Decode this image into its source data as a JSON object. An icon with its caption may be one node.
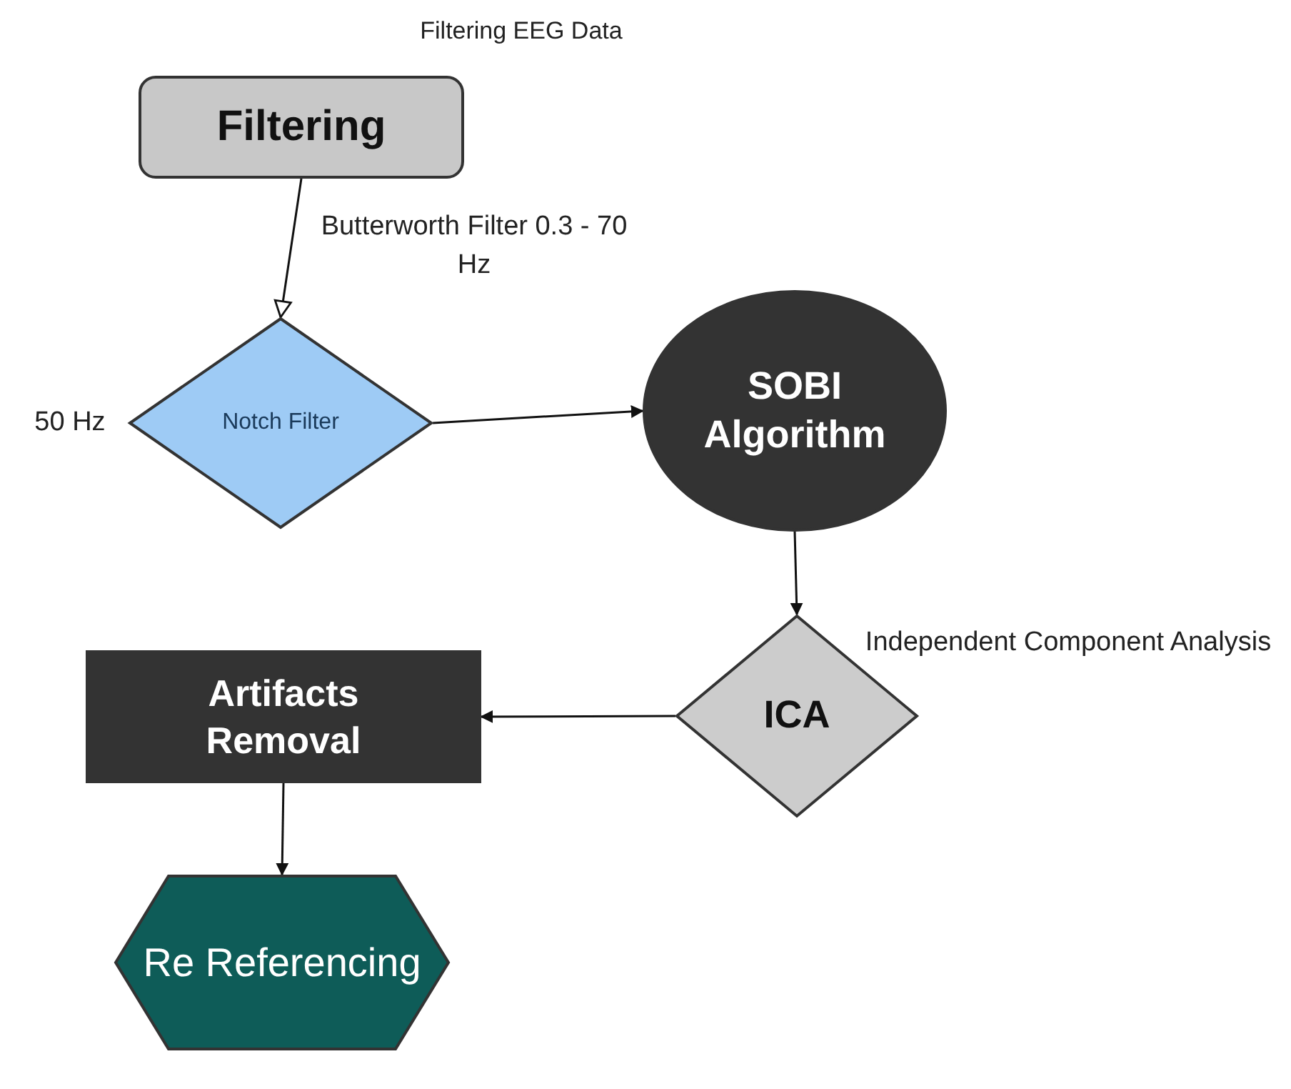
{
  "diagram": {
    "title": "Filtering EEG Data",
    "nodes": [
      {
        "text": [
          "Filtering"
        ]
      },
      {
        "text": [
          "Notch Filter"
        ],
        "beside": [
          "50 Hz"
        ]
      },
      {
        "text": [
          "SOBI Algorithm"
        ]
      },
      {
        "text": [
          "ICA"
        ],
        "beside": [
          "Independent Component Analysis"
        ]
      },
      {
        "text": [
          "Artifacts Removal"
        ]
      },
      {
        "text": [
          "Re Referencing"
        ]
      }
    ],
    "edges": [
      {
        "from": 0,
        "to": 1,
        "arrow": "to",
        "label": "Butterworth Filter 0.3 - 70 Hz"
      },
      {
        "from": 1,
        "to": 2,
        "arrow": "to"
      },
      {
        "from": 2,
        "to": 3,
        "arrow": "to"
      },
      {
        "from": 3,
        "to": 4,
        "arrow": "to"
      },
      {
        "from": 4,
        "to": 5,
        "arrow": "to"
      }
    ]
  }
}
